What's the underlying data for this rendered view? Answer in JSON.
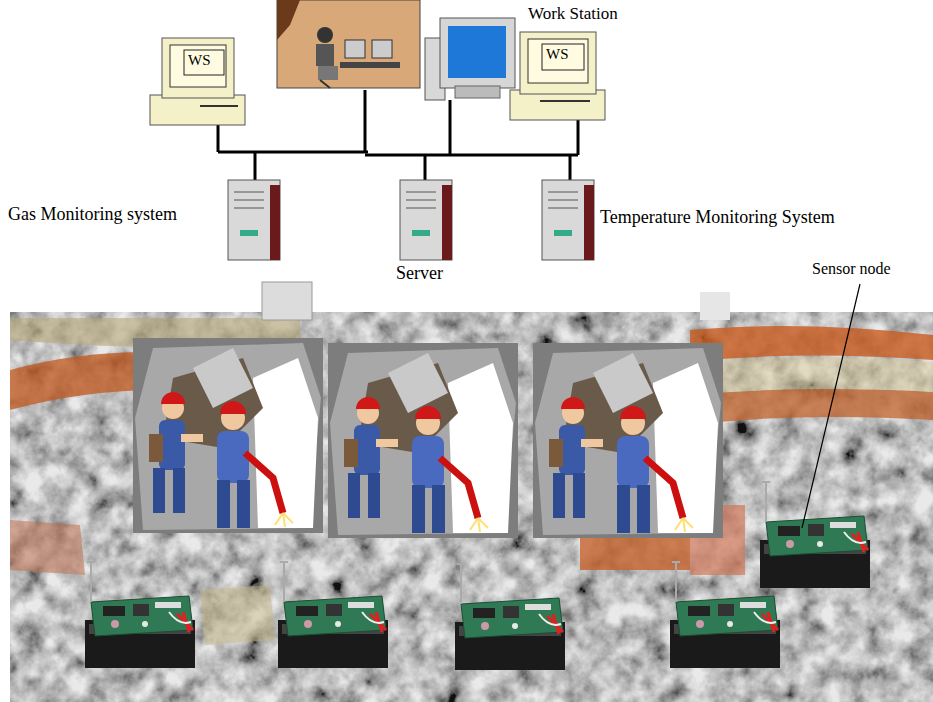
{
  "diagram": {
    "labels": [
      "Work Station",
      "WS",
      "WS",
      "Gas Monitoring system",
      "Temperature Monitoring System",
      "Server",
      "Sensor node"
    ]
  }
}
